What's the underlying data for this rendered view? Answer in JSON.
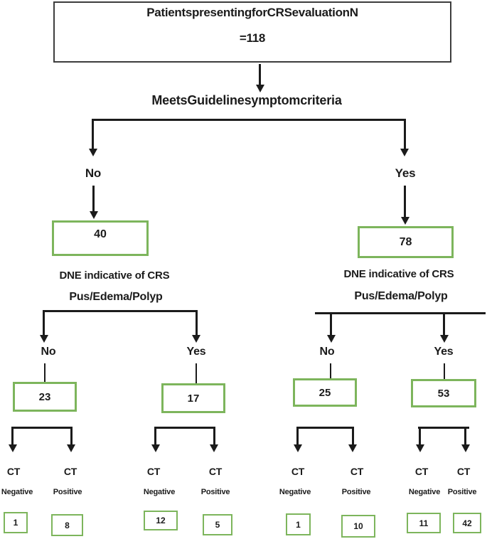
{
  "colors": {
    "box_green": "#7db55c",
    "line": "#1b1b1b",
    "title_border": "#3d3d3d"
  },
  "title_box": {
    "line1": "PatientspresentingforCRSevaluationN",
    "line2": "=118"
  },
  "decision1": {
    "label": "MeetsGuidelinesymptomcriteria"
  },
  "level1": {
    "no_label": "No",
    "no_value": "40",
    "yes_label": "Yes",
    "yes_value": "78"
  },
  "subtrees": [
    {
      "dne_label": "DNE indicative of CRS",
      "criteria_label": "Pus/Edema/Polyp",
      "no_label": "No",
      "no_value": "23",
      "yes_label": "Yes",
      "yes_value": "17"
    },
    {
      "dne_label": "DNE indicative of CRS",
      "criteria_label": "Pus/Edema/Polyp",
      "no_label": "No",
      "no_value": "25",
      "yes_label": "Yes",
      "yes_value": "53"
    }
  ],
  "ct_outcomes": [
    {
      "modality": "CT",
      "result": "Negative",
      "value": "1"
    },
    {
      "modality": "CT",
      "result": "Positive",
      "value": "8"
    },
    {
      "modality": "CT",
      "result": "Negative",
      "value": "12"
    },
    {
      "modality": "CT",
      "result": "Positive",
      "value": "5"
    },
    {
      "modality": "CT",
      "result": "Negative",
      "value": "1"
    },
    {
      "modality": "CT",
      "result": "Positive",
      "value": "10"
    },
    {
      "modality": "CT",
      "result": "Negative",
      "value": "11"
    },
    {
      "modality": "CT",
      "result": "Positive",
      "value": "42"
    }
  ]
}
